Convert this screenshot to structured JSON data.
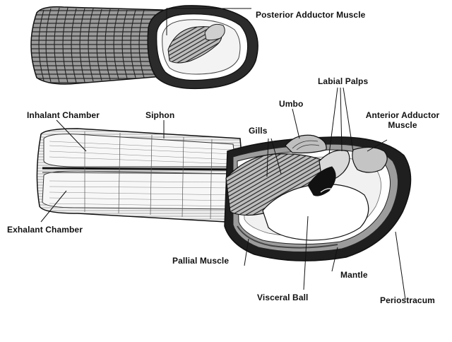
{
  "labels": {
    "posterior_adductor_muscle": "Posterior Adductor Muscle",
    "labial_palps": "Labial Palps",
    "umbo": "Umbo",
    "anterior_adductor_muscle_line1": "Anterior Adductor",
    "anterior_adductor_muscle_line2": "Muscle",
    "inhalant_chamber": "Inhalant Chamber",
    "siphon": "Siphon",
    "gills": "Gills",
    "exhalant_chamber": "Exhalant Chamber",
    "pallial_muscle": "Pallial Muscle",
    "mantle": "Mantle",
    "visceral_ball": "Visceral Ball",
    "periostracum": "Periostracum"
  },
  "colors": {
    "ink": "#111111",
    "shell_dark": "#2a2a2a",
    "shell_mid": "#8a8a8a",
    "tissue_light": "#e6e6e6",
    "background": "#ffffff"
  }
}
